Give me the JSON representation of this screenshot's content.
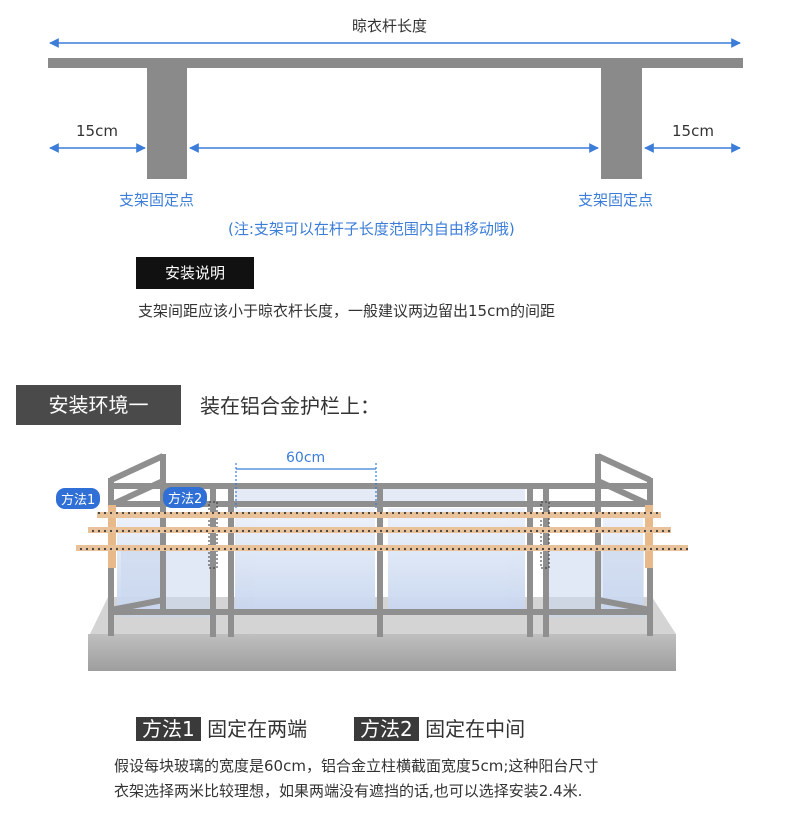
{
  "diagram1": {
    "title": "晾衣杆长度",
    "left_margin": "15cm",
    "right_margin": "15cm",
    "left_point": "支架固定点",
    "right_point": "支架固定点",
    "note": "(注:支架可以在杆子长度范围内自由移动哦)"
  },
  "install_note": {
    "tag": "安装说明",
    "text": "支架间距应该小于晾衣杆长度，一般建议两边留出15cm的间距"
  },
  "env1": {
    "tag": "安装环境一",
    "heading": "装在铝合金护栏上：",
    "width_label": "60cm",
    "method1_pill": "方法1",
    "method2_pill": "方法2"
  },
  "methods": {
    "m1_tag": "方法1",
    "m1_text": "固定在两端",
    "m2_tag": "方法2",
    "m2_text": "固定在中间"
  },
  "description": {
    "line1": "假设每块玻璃的宽度是60cm，铝合金立柱横截面宽度5cm;这种阳台尺寸",
    "line2": "衣架选择两米比较理想，如果两端没有遮挡的话,也可以选择安装2.4米."
  },
  "colors": {
    "annotation_blue": "#3b7dd8",
    "rail_grey": "#8f8f8f",
    "glass": "#cfdcf1",
    "pole": "#e8b98a"
  }
}
